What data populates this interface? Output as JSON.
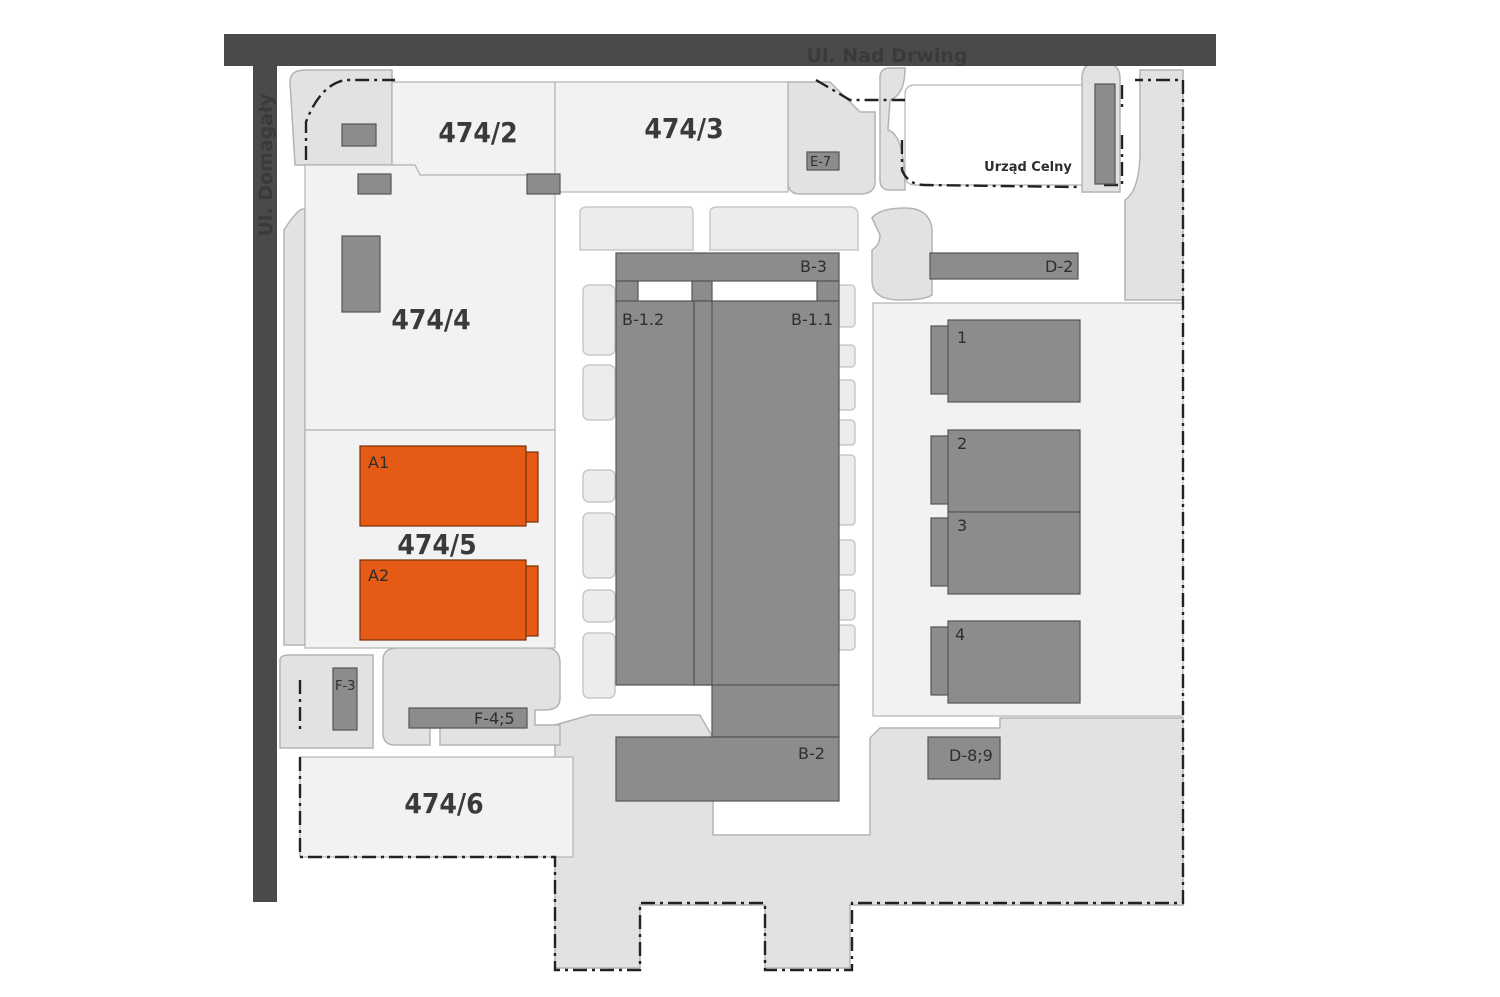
{
  "colors": {
    "road": "#4a4a4a",
    "ground": "#e2e2e2",
    "plot": "#f2f2f2",
    "building": "#8c8c8c",
    "highlight": "#e55a14",
    "boundary": "#222222",
    "outline": "#b4b4b4"
  },
  "streets": {
    "north": "Ul. Nad Drwing",
    "west": "Ul. Domagały"
  },
  "plots": {
    "p474_2": "474/2",
    "p474_3": "474/3",
    "p474_4": "474/4",
    "p474_5": "474/5",
    "p474_6": "474/6"
  },
  "buildings": {
    "a1": "A1",
    "a2": "A2",
    "b3": "B-3",
    "b12": "B-1.2",
    "b11": "B-1.1",
    "b2": "B-2",
    "d2": "D-2",
    "d89": "D-8;9",
    "e7": "E-7",
    "f3": "F-3",
    "f45": "F-4;5",
    "w1": "1",
    "w2": "2",
    "w3": "3",
    "w4": "4",
    "customs": "Urząd Celny"
  }
}
